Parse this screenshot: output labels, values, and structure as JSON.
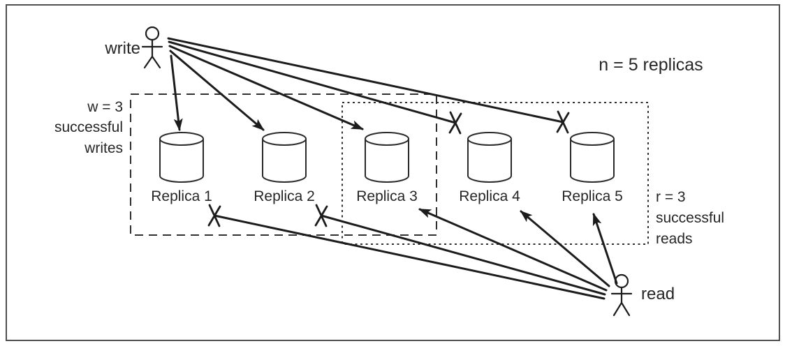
{
  "figure": {
    "background": "#ffffff",
    "border_color": "#4f4f4f",
    "line_color": "#1c1c1c",
    "text_color": "#262626"
  },
  "actors": {
    "write": {
      "label": "write"
    },
    "read": {
      "label": "read"
    }
  },
  "annotations": {
    "replica_count": "n = 5 replicas",
    "write_quorum": {
      "line1": "w = 3",
      "line2": "successful",
      "line3": "writes"
    },
    "read_quorum": {
      "line1": "r = 3",
      "line2": "successful",
      "line3": "reads"
    }
  },
  "replicas": [
    {
      "label": "Replica 1"
    },
    {
      "label": "Replica 2"
    },
    {
      "label": "Replica 3"
    },
    {
      "label": "Replica 4"
    },
    {
      "label": "Replica 5"
    }
  ],
  "connections": {
    "writes": [
      {
        "to": "Replica 1",
        "status": "success"
      },
      {
        "to": "Replica 2",
        "status": "success"
      },
      {
        "to": "Replica 3",
        "status": "success"
      },
      {
        "to": "Replica 4",
        "status": "failed"
      },
      {
        "to": "Replica 5",
        "status": "failed"
      }
    ],
    "reads": [
      {
        "to": "Replica 1",
        "status": "failed"
      },
      {
        "to": "Replica 2",
        "status": "failed"
      },
      {
        "to": "Replica 3",
        "status": "success"
      },
      {
        "to": "Replica 4",
        "status": "success"
      },
      {
        "to": "Replica 5",
        "status": "success"
      }
    ]
  }
}
